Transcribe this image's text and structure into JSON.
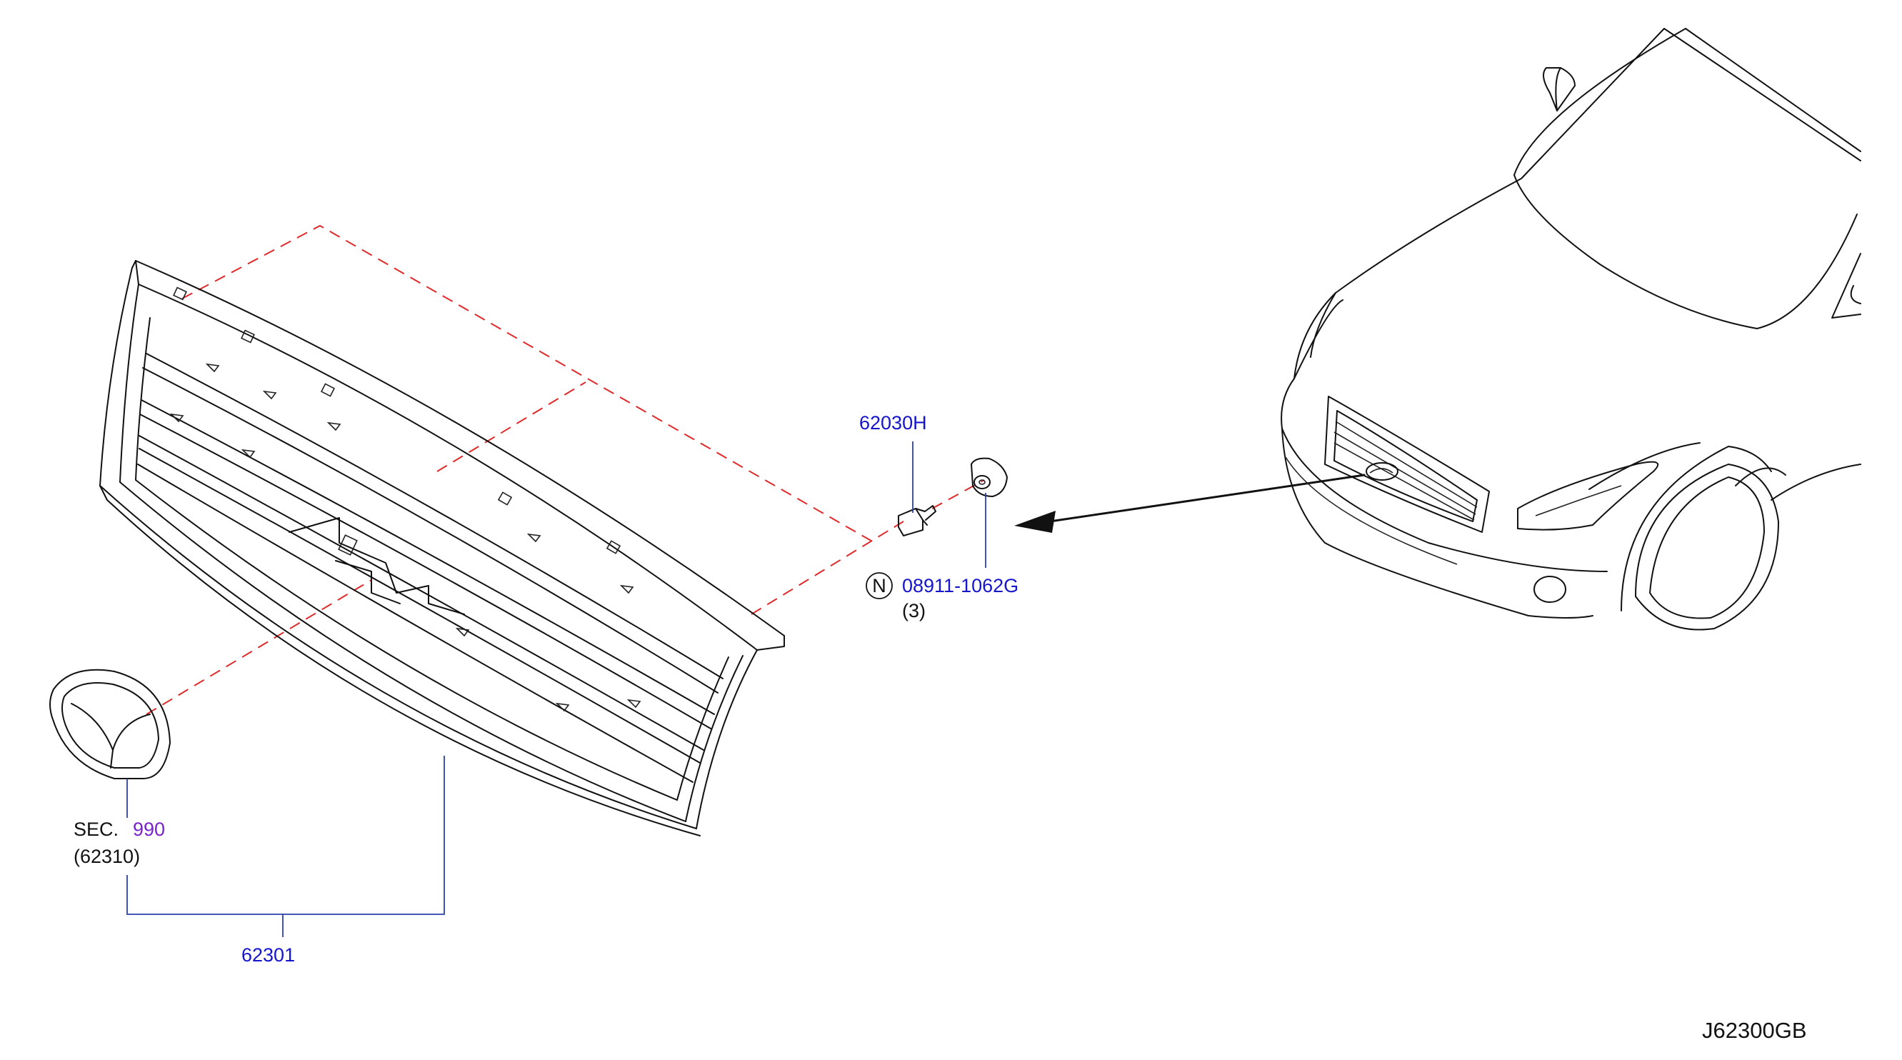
{
  "diagram": {
    "drawing_code": "J62300GB",
    "callouts": {
      "grille_assembly": "62301",
      "clip": "62030H",
      "nut_prefix": "N",
      "nut": "08911-1062G",
      "nut_qty": "(3)",
      "emblem_sec_prefix": "SEC.",
      "emblem_sec_number": "990",
      "emblem_ref": "(62310)"
    },
    "colors": {
      "part_number": "#1515cc",
      "section_link": "#7a22cc",
      "leader_line": "#2a3fb0",
      "hidden_line": "#e02a2a",
      "outline": "#111111"
    }
  }
}
